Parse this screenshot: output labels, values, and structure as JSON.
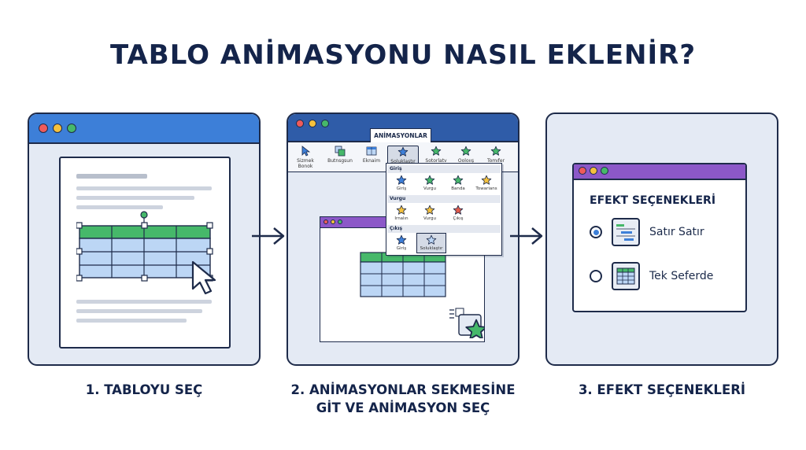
{
  "title": "TABLO ANİMASYONU NASIL EKLENİR?",
  "steps": [
    {
      "caption_line1": "1. TABLOYU SEÇ",
      "caption_line2": ""
    },
    {
      "caption_line1": "2. ANİMASYONLAR SEKMESİNE",
      "caption_line2": "GİT VE ANİMASYON SEÇ"
    },
    {
      "caption_line1": "3. EFEKT SEÇENEKLERİ",
      "caption_line2": ""
    }
  ],
  "panel2": {
    "ribbon_tab": "ANİMASYONLAR",
    "ribbon_buttons": [
      {
        "label": "Sizmek Bonok",
        "icon": "cursor-icon"
      },
      {
        "label": "Butnsgsun",
        "icon": "copy-icon"
      },
      {
        "label": "Eknaim",
        "icon": "table-icon"
      },
      {
        "label": "Soluklaştır",
        "icon": "star-icon"
      },
      {
        "label": "Sotorlatv",
        "icon": "star-icon"
      },
      {
        "label": "Ooloıış",
        "icon": "star-icon"
      },
      {
        "label": "Tomıfer",
        "icon": "star-icon"
      }
    ],
    "sections": [
      {
        "name": "Giriş",
        "items": [
          "Giriş",
          "Vurgu",
          "Banda",
          "Towarians"
        ]
      },
      {
        "name": "Vurgu",
        "items": [
          "Irnalın",
          "Vurgu",
          "Çıkış"
        ]
      },
      {
        "name": "Çıkış",
        "items": [
          "Giriş",
          "Soluklaştır"
        ]
      }
    ]
  },
  "panel3": {
    "dialog_title": "EFEKT SEÇENEKLERİ",
    "options": [
      {
        "label": "Satır Satır",
        "selected": true,
        "icon": "gantt-icon"
      },
      {
        "label": "Tek Seferde",
        "selected": false,
        "icon": "table-icon"
      }
    ]
  },
  "colors": {
    "bar_blue": "#3d7fd8",
    "bar_purple": "#8c58c8",
    "table_header": "#46b86a",
    "table_body": "#bcd6f5",
    "star_blue": "#3d7fd8",
    "star_green": "#46b86a",
    "star_yellow": "#f5c13d",
    "star_red": "#e25b4a"
  }
}
